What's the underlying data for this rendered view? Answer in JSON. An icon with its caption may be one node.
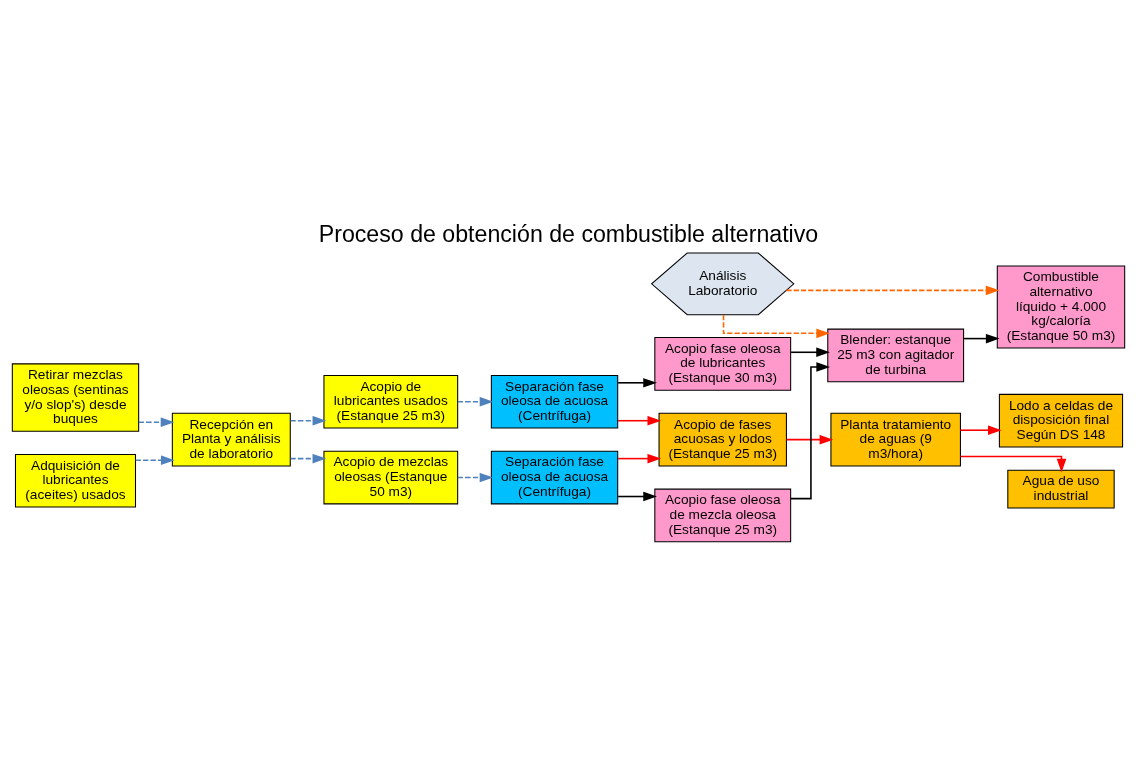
{
  "diagram": {
    "title": "Proceso de obtención de combustible alternativo",
    "nodes": [
      {
        "text": [
          "Retirar mezclas oleosas (sentinas y/o slop's) desde buques"
        ]
      },
      {
        "text": [
          "Adquisición de lubricantes (aceites) usados"
        ]
      },
      {
        "text": [
          "Recepción en Planta y análisis de laboratorio"
        ]
      },
      {
        "text": [
          "Acopio de lubricantes usados (Estanque 25 m3)"
        ]
      },
      {
        "text": [
          "Acopio de mezclas oleosas (Estanque 50 m3)"
        ]
      },
      {
        "text": [
          "Separación fase oleosa de acuosa (Centrífuga)"
        ]
      },
      {
        "text": [
          "Separación fase oleosa de acuosa (Centrífuga)"
        ]
      },
      {
        "text": [
          "Acopio fase oleosa de lubricantes (Estanque 30 m3)"
        ]
      },
      {
        "text": [
          "Acopio de fases acuosas y lodos (Estanque 25 m3)"
        ]
      },
      {
        "text": [
          "Acopio fase oleosa de mezcla oleosa (Estanque 25 m3)"
        ]
      },
      {
        "text": [
          "Planta tratamiento de aguas (9 m3/hora)"
        ]
      },
      {
        "text": [
          "Blender: estanque 25 m3 con agitador de turbina"
        ]
      },
      {
        "text": [
          "Combustible alternativo líquido + 4.000 kg/caloría (Estanque 50 m3)"
        ]
      },
      {
        "text": [
          "Análisis Laboratorio"
        ]
      },
      {
        "text": [
          "Agua de uso industrial"
        ]
      },
      {
        "text": [
          "Lodo a celdas de disposición final Según DS 148"
        ]
      }
    ],
    "edges": [
      {
        "from": 0,
        "to": 2,
        "arrow": "to",
        "style": "dashed",
        "color": "#4f81bd"
      },
      {
        "from": 1,
        "to": 2,
        "arrow": "to",
        "style": "dashed",
        "color": "#4f81bd"
      },
      {
        "from": 2,
        "to": 3,
        "arrow": "to",
        "style": "dashed",
        "color": "#4f81bd"
      },
      {
        "from": 2,
        "to": 4,
        "arrow": "to",
        "style": "dashed",
        "color": "#4f81bd"
      },
      {
        "from": 3,
        "to": 5,
        "arrow": "to",
        "style": "dashed",
        "color": "#4f81bd"
      },
      {
        "from": 4,
        "to": 6,
        "arrow": "to",
        "style": "dashed",
        "color": "#4f81bd"
      },
      {
        "from": 5,
        "to": 7,
        "arrow": "to",
        "color": "#000000"
      },
      {
        "from": 5,
        "to": 8,
        "arrow": "to",
        "color": "#ff0000"
      },
      {
        "from": 6,
        "to": 8,
        "arrow": "to",
        "color": "#ff0000"
      },
      {
        "from": 6,
        "to": 9,
        "arrow": "to",
        "color": "#000000"
      },
      {
        "from": 8,
        "to": 10,
        "arrow": "to",
        "color": "#ff0000"
      },
      {
        "from": 7,
        "to": 11,
        "arrow": "to",
        "color": "#000000"
      },
      {
        "from": 9,
        "to": 11,
        "arrow": "to",
        "color": "#000000"
      },
      {
        "from": 11,
        "to": 12,
        "arrow": "to",
        "color": "#000000"
      },
      {
        "from": 13,
        "to": 11,
        "arrow": "to",
        "style": "dashed",
        "color": "#ff6600"
      },
      {
        "from": 13,
        "to": 12,
        "arrow": "to",
        "style": "dashed",
        "color": "#ff6600"
      },
      {
        "from": 10,
        "to": 14,
        "arrow": "to",
        "color": "#ff0000"
      },
      {
        "from": 10,
        "to": 15,
        "arrow": "to",
        "color": "#ff0000"
      }
    ]
  }
}
